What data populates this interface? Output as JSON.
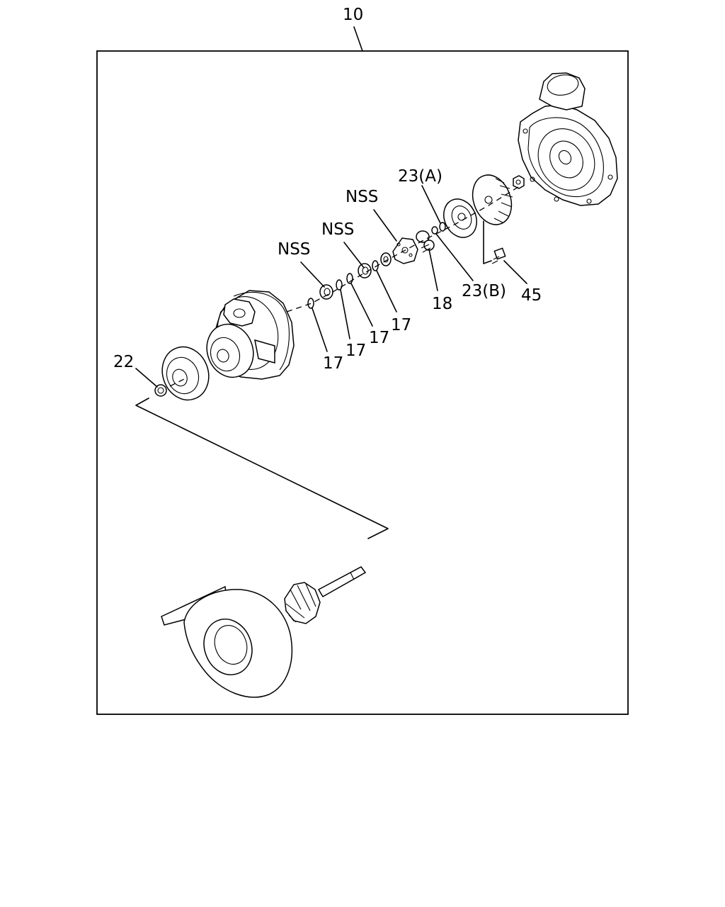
{
  "labels": {
    "assembly": "10",
    "nss_1": "NSS",
    "nss_2": "NSS",
    "nss_3": "NSS",
    "ref_23a": "23(A)",
    "ref_23b": "23(B)",
    "ref_45": "45",
    "ref_18": "18",
    "ref_17_a": "17",
    "ref_17_b": "17",
    "ref_17_c": "17",
    "ref_17_d": "17",
    "ref_22": "22"
  }
}
